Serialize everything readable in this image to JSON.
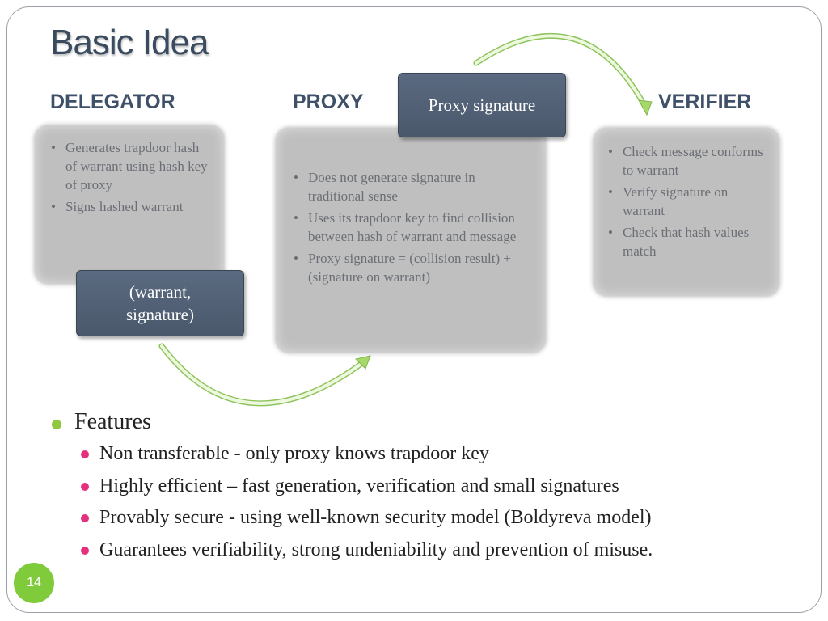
{
  "slide": {
    "title": "Basic Idea",
    "roles": {
      "delegator": "DELEGATOR",
      "proxy": "PROXY",
      "verifier": "VERIFIER"
    },
    "delegator_bullets": [
      "Generates trapdoor hash of warrant using hash key of proxy",
      "Signs hashed warrant"
    ],
    "proxy_bullets": [
      "Does not generate signature in traditional sense",
      "Uses its trapdoor key to find collision  between hash of warrant and message",
      "Proxy  signature = (collision result) + (signature on warrant)"
    ],
    "verifier_bullets": [
      "Check message conforms to warrant",
      "Verify signature on warrant",
      "Check that hash values match"
    ],
    "labels": {
      "warrant_signature": "(warrant, signature)",
      "proxy_signature": "Proxy signature"
    },
    "features": {
      "heading": "Features",
      "items": [
        "Non transferable - only proxy knows trapdoor key",
        "Highly efficient – fast generation, verification and small signatures",
        "Provably secure -  using well-known security model (Boldyreva model)",
        "Guarantees verifiability, strong undeniability and prevention of misuse."
      ]
    },
    "slide_number": "14",
    "colors": {
      "accent_green": "#8fc73e",
      "bullet_pink": "#e5317d",
      "title_blue": "#3a4a5f"
    }
  }
}
